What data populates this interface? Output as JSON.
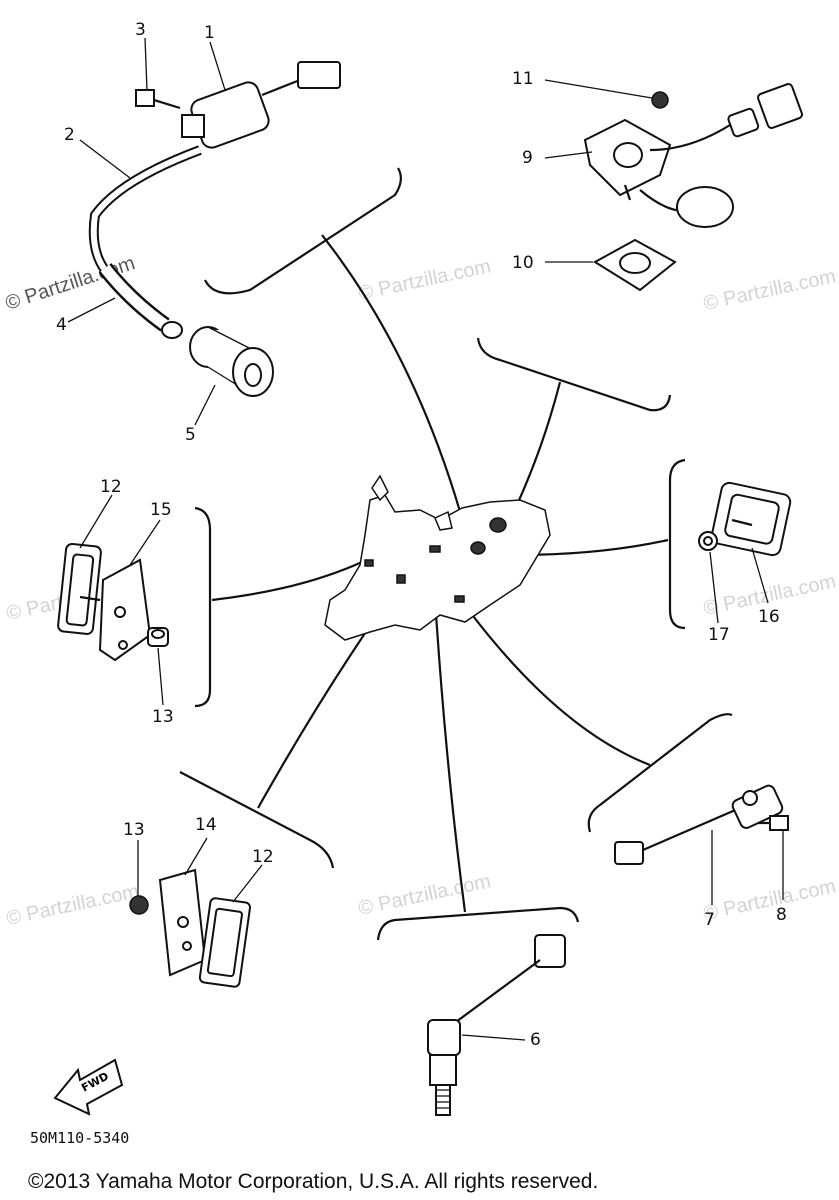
{
  "callouts": {
    "c1": "1",
    "c2": "2",
    "c3": "3",
    "c4": "4",
    "c5": "5",
    "c6": "6",
    "c7": "7",
    "c8": "8",
    "c9": "9",
    "c10": "10",
    "c11": "11",
    "c12a": "12",
    "c12b": "12",
    "c13a": "13",
    "c13b": "13",
    "c14": "14",
    "c15": "15",
    "c16": "16",
    "c17": "17"
  },
  "watermark": "© Partzilla.com",
  "fwd_label": "FWD",
  "diagram_code": "50M110-5340",
  "copyright": "©2013 Yamaha Motor Corporation, U.S.A. All rights reserved."
}
